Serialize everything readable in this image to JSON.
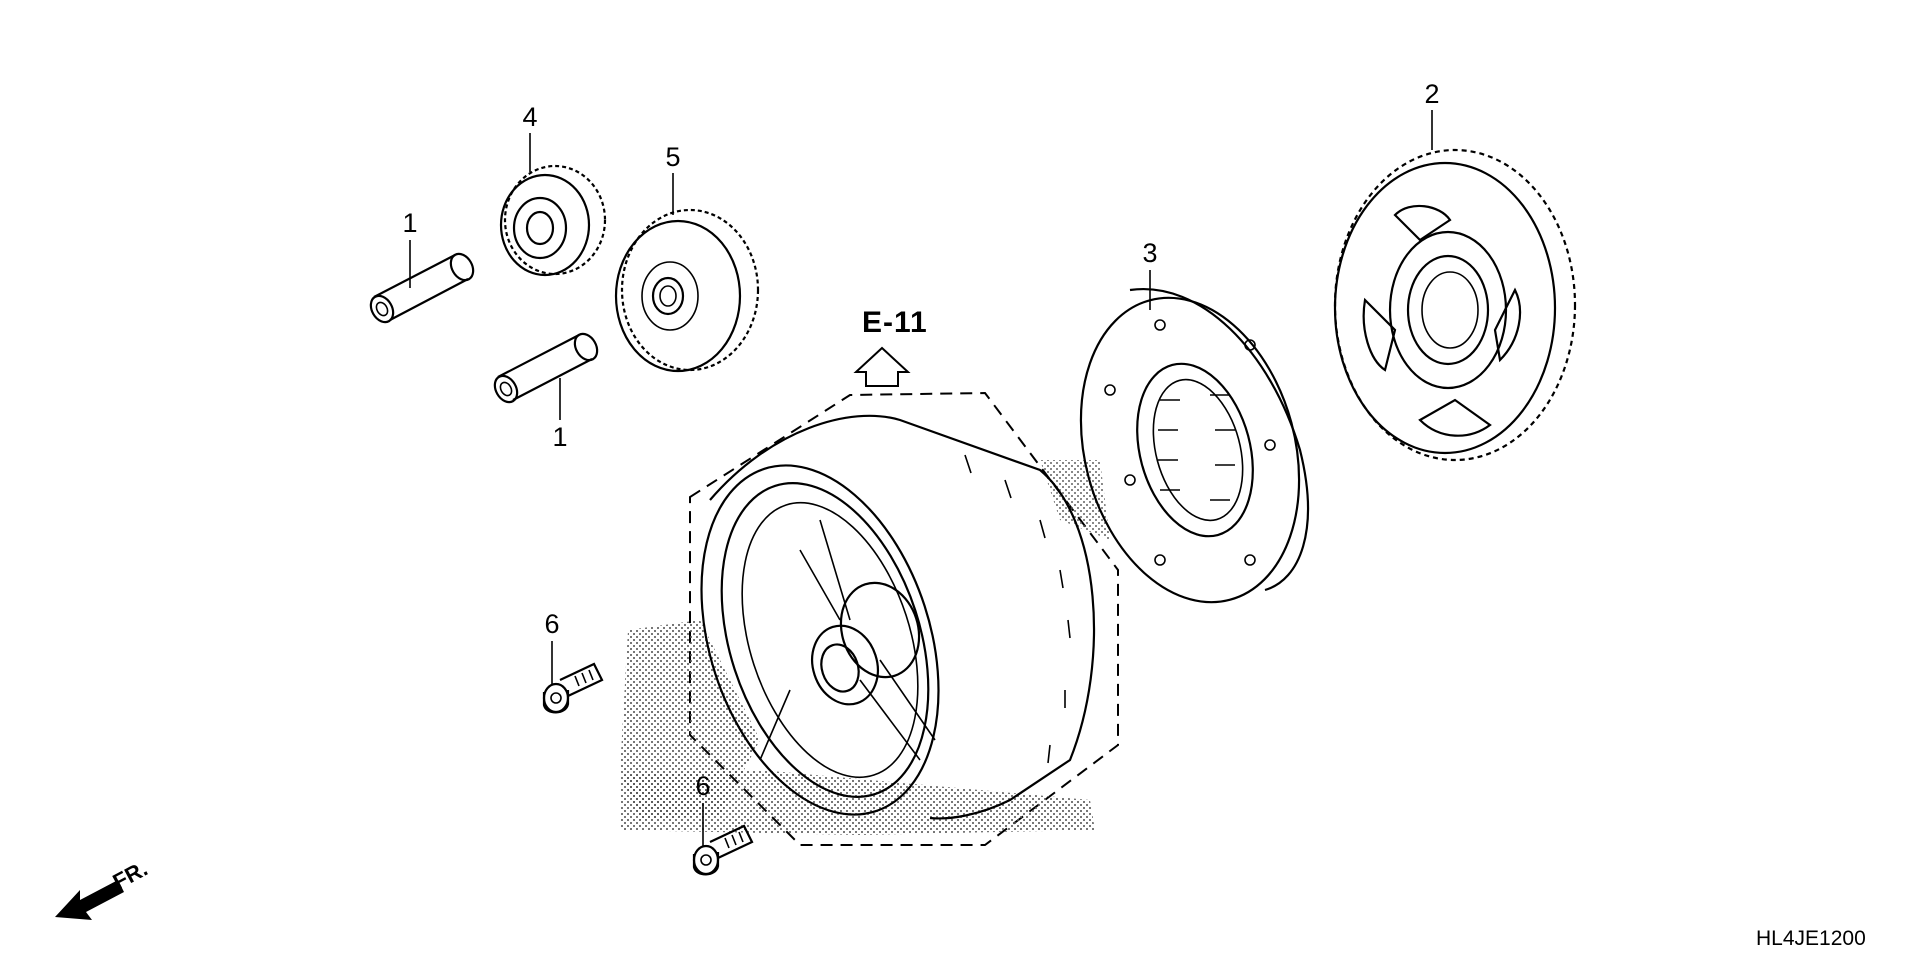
{
  "diagram": {
    "reference": {
      "code": "E-11"
    },
    "drawing_number": "HL4JE1200",
    "front_indicator": "FR.",
    "callouts": [
      {
        "id": "pin-upper",
        "label": "1"
      },
      {
        "id": "pin-lower",
        "label": "1"
      },
      {
        "id": "starter-driven-gear",
        "label": "2"
      },
      {
        "id": "starter-clutch",
        "label": "3"
      },
      {
        "id": "reduction-gear-small",
        "label": "4"
      },
      {
        "id": "reduction-gear-large",
        "label": "5"
      },
      {
        "id": "bolt-upper",
        "label": "6"
      },
      {
        "id": "bolt-lower",
        "label": "6"
      }
    ]
  }
}
